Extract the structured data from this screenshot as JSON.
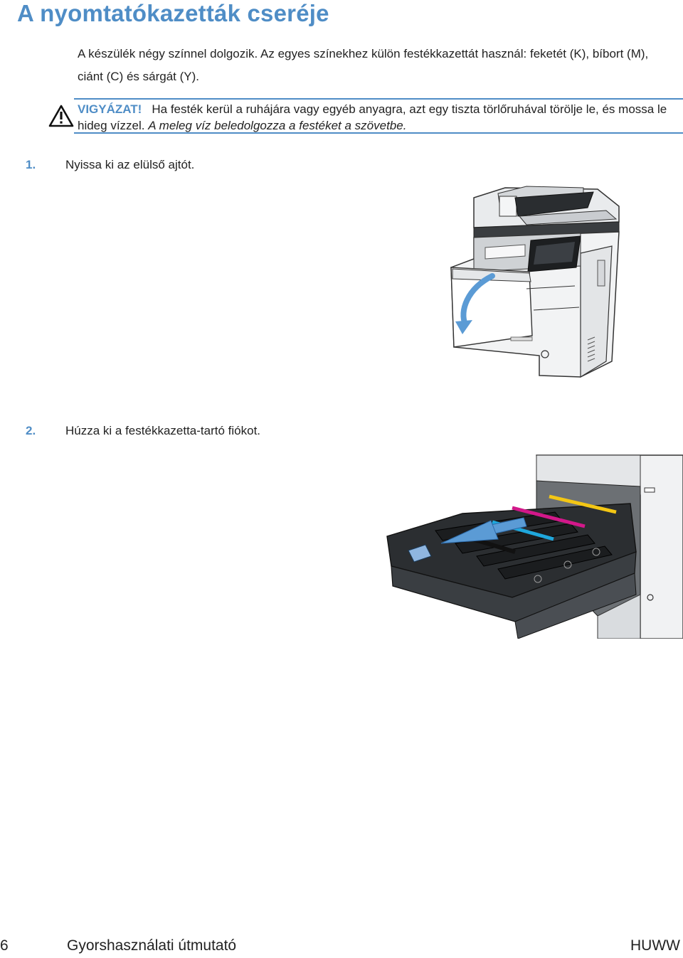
{
  "page": {
    "title": "A nyomtatókazetták cseréje",
    "intro": "A készülék négy színnel dolgozik. Az egyes színekhez külön festékkazettát használ: feketét (K), bíbort (M), ciánt (C) és sárgát (Y).",
    "caution": {
      "label": "VIGYÁZAT!",
      "text": "Ha festék kerül a ruhájára vagy egyéb anyagra, azt egy tiszta törlőruhával törölje le, és mossa le hideg vízzel.",
      "italic": "A meleg víz beledolgozza a festéket a szövetbe.",
      "icon": "warning-triangle-icon"
    },
    "steps": [
      {
        "number": "1.",
        "text": "Nyissa ki az elülső ajtót."
      },
      {
        "number": "2.",
        "text": "Húzza ki a festékkazetta-tartó fiókot."
      }
    ]
  },
  "footer": {
    "page_number": "6",
    "title": "Gyorshasználati útmutató",
    "code": "HUWW"
  },
  "colors": {
    "accent": "#4f8dc6",
    "arrow": "#5b9bd5",
    "toner_yellow": "#f3c614",
    "toner_magenta": "#d2188a",
    "toner_cyan": "#1fa7dc",
    "toner_black": "#111111"
  }
}
